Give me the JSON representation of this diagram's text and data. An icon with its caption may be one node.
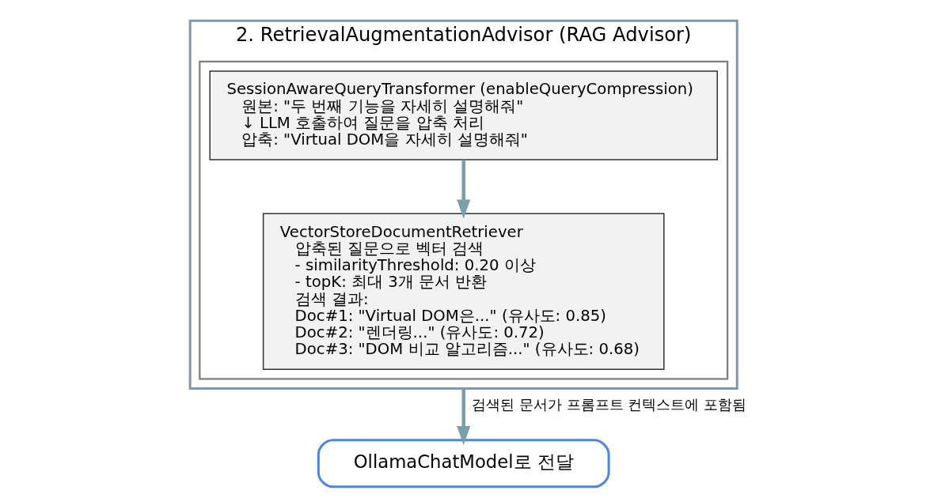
{
  "diagram": {
    "nodes": [
      {
        "text": [
          "2. RetrievalAugmentationAdvisor (RAG Advisor)"
        ]
      },
      {
        "text": [],
        "shape": "box",
        "in": 0
      },
      {
        "text": [
          "SessionAwareQueryTransformer (enableQueryCompression)",
          "원본: \"두 번째 기능을 자세히 설명해줘\"",
          "↓ LLM 호출하여 질문을 압축 처리",
          "압축: \"Virtual DOM을 자세히 설명해줘\""
        ],
        "in": 1
      },
      {
        "text": [
          "VectorStoreDocumentRetriever",
          "압축된 질문으로 벡터 검색",
          "- similarityThreshold: 0.20 이상",
          "- topK: 최대 3개 문서 반환",
          "검색 결과:",
          "Doc#1: \"Virtual DOM은...\" (유사도: 0.85)",
          "Doc#2: \"렌더링...\" (유사도: 0.72)",
          "Doc#3: \"DOM 비교 알고리즘...\" (유사도: 0.68)"
        ],
        "in": 1
      },
      {
        "text": [
          "OllamaChatModel로 전달"
        ]
      }
    ],
    "edges": [
      {
        "from": 2,
        "to": 3,
        "arrow": "to"
      },
      {
        "from": 0,
        "to": 4,
        "arrow": "to",
        "label": "검색된 문서가 프롬프트 컨텍스트에 포함됨"
      }
    ]
  }
}
